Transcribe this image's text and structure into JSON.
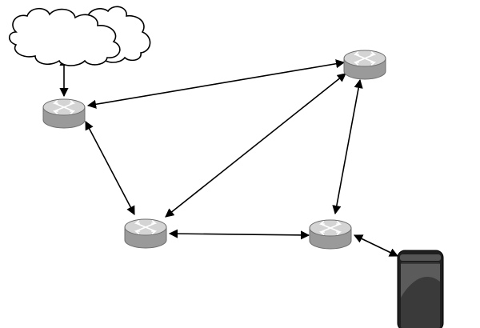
{
  "diagram": {
    "title": "",
    "colors": {
      "background": "#ffffff",
      "router_top": "#d4d4d4",
      "router_side": "#9a9a9a",
      "router_outline": "#6f6f6f",
      "router_arrows": "#ffffff",
      "link": "#000000",
      "cloud_fill": "#ffffff",
      "cloud_stroke": "#000000",
      "phone_body": "#1f1f1f",
      "phone_screen": "#3a3a3a"
    },
    "nodes": [
      {
        "id": "cloud",
        "type": "cloud",
        "label": ""
      },
      {
        "id": "router-1",
        "type": "router",
        "label": ""
      },
      {
        "id": "router-2",
        "type": "router",
        "label": ""
      },
      {
        "id": "router-3",
        "type": "router",
        "label": ""
      },
      {
        "id": "router-4",
        "type": "router",
        "label": ""
      },
      {
        "id": "phone",
        "type": "smartphone",
        "label": ""
      }
    ],
    "links": [
      {
        "from": "cloud",
        "to": "router-1",
        "direction": "bidirectional"
      },
      {
        "from": "router-1",
        "to": "router-2",
        "direction": "bidirectional"
      },
      {
        "from": "router-1",
        "to": "router-3",
        "direction": "bidirectional"
      },
      {
        "from": "router-2",
        "to": "router-3",
        "direction": "bidirectional"
      },
      {
        "from": "router-2",
        "to": "router-4",
        "direction": "bidirectional"
      },
      {
        "from": "router-3",
        "to": "router-4",
        "direction": "bidirectional"
      },
      {
        "from": "router-4",
        "to": "phone",
        "direction": "bidirectional"
      }
    ]
  }
}
